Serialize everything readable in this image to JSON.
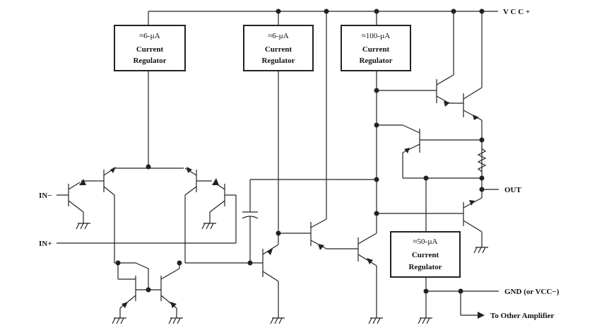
{
  "labels": {
    "vcc_plus": "V C C +",
    "in_minus": "IN−",
    "in_plus": "IN+",
    "out": "OUT",
    "gnd": "GND (or VCC−)",
    "to_other": "To Other Amplifier"
  },
  "regulators": [
    {
      "current": "≈6-µA",
      "line1": "Current",
      "line2": "Regulator"
    },
    {
      "current": "≈6-µA",
      "line1": "Current",
      "line2": "Regulator"
    },
    {
      "current": "≈100-µA",
      "line1": "Current",
      "line2": "Regulator"
    },
    {
      "current": "≈50-µA",
      "line1": "Current",
      "line2": "Regulator"
    }
  ]
}
